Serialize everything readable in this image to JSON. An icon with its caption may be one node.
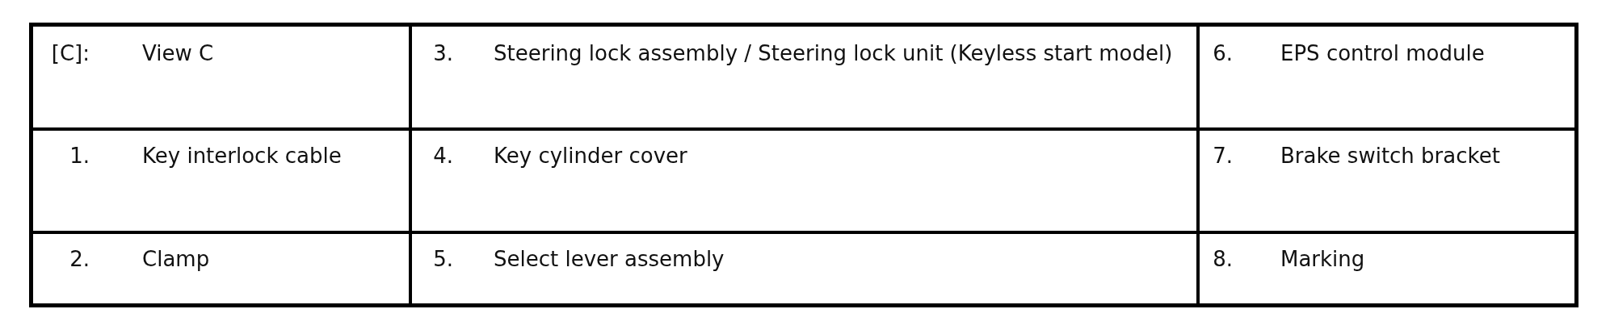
{
  "diagram": {
    "labels": [
      "[C]:",
      "View C",
      "3.",
      "Steering lock assembly / Steering lock unit (Keyless start model)",
      "6.",
      "EPS control module",
      "1.",
      "Key interlock cable",
      "4.",
      "Key cylinder cover",
      "7.",
      "Brake switch bracket",
      "2.",
      "Clamp",
      "5.",
      "Select lever assembly",
      "8.",
      "Marking"
    ]
  }
}
